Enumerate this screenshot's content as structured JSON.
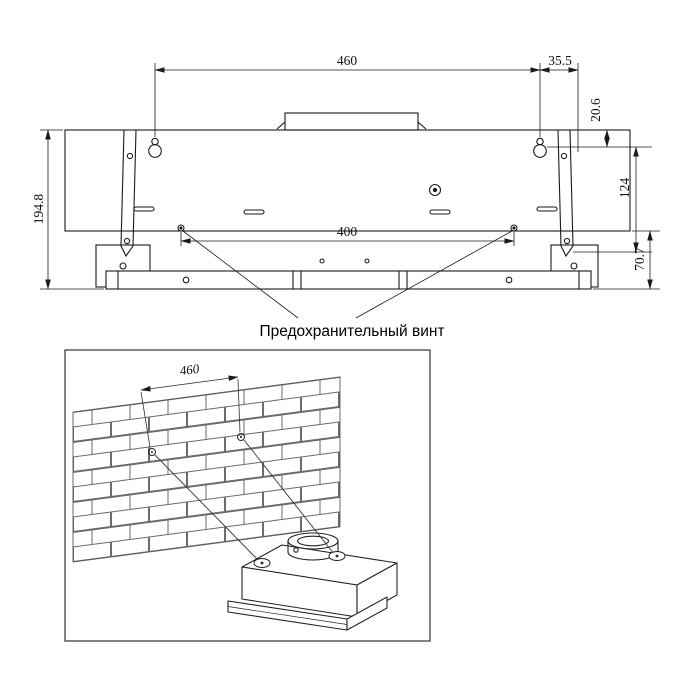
{
  "top_drawing": {
    "dim_top_width": "460",
    "dim_top_right": "35.5",
    "dim_right_upper": "20.6",
    "dim_right_mid": "124",
    "dim_left_height": "194.8",
    "dim_inner_width": "400",
    "dim_right_lower": "70.7",
    "safety_screw_label": "Предохранительный винт"
  },
  "illustration": {
    "dim_wall_width": "460"
  }
}
